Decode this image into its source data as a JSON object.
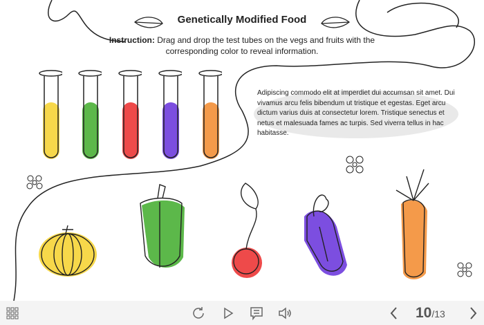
{
  "title": "Genetically Modified Food",
  "instruction": {
    "label": "Instruction:",
    "text": " Drag and drop the test tubes on the vegs and fruits with the corresponding color to reveal information."
  },
  "info_text": "Adipiscing commodo elit at imperdiet dui accumsan sit amet. Dui vivamus arcu felis bibendum ut tristique et egestas. Eget arcu dictum varius duis at consectetur lorem. Tristique senectus et netus et malesuada fames ac turpis. Sed viverra tellus in hac habitasse.",
  "tubes": [
    {
      "name": "yellow",
      "color": "#f7d84a"
    },
    {
      "name": "green",
      "color": "#5cb84a"
    },
    {
      "name": "red",
      "color": "#ee4a4a"
    },
    {
      "name": "purple",
      "color": "#7c4ee0"
    },
    {
      "name": "orange",
      "color": "#f49a4a"
    }
  ],
  "vegetables": [
    "pumpkin",
    "pepper",
    "cherry",
    "eggplant",
    "carrot"
  ],
  "page": {
    "current": "10",
    "total": "/13"
  }
}
